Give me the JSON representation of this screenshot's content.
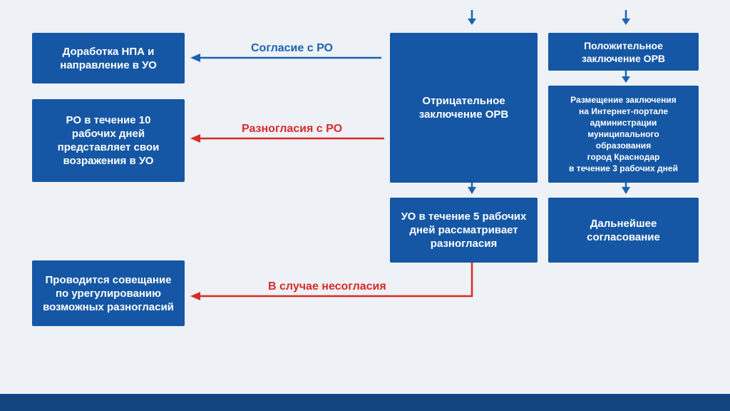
{
  "colors": {
    "box": "#1557a4",
    "blue_arrow": "#1a63b0",
    "red_arrow": "#d82b2b",
    "background": "#eef1f5",
    "footer": "#12457f"
  },
  "boxes": {
    "doработка": "",
    "dorabotka": "Доработка НПА и\nнаправление в УО",
    "ro_10_days": "РО в течение 10\nрабочих дней\nпредставляет свои\nвозражения в УО",
    "meeting": "Проводится совещание\nпо урегулированию\nвозможных разногласий",
    "negative": "Отрицательное\nзаключение ОРВ",
    "uo_5_days": "УО в течение 5 рабочих\nдней рассматривает\nразногласия",
    "positive": "Положительное\nзаключение ОРВ",
    "placement": "Размещение заключения\nна Интернет-портале\nадминистрации\nмуниципального\nобразования\nгород Краснодар\nв течение 3 рабочих дней",
    "further": "Дальнейшее\nсогласование"
  },
  "labels": {
    "agreement": "Согласие с РО",
    "disagreement": "Разногласия с РО",
    "no_agreement": "В случае несогласия"
  }
}
